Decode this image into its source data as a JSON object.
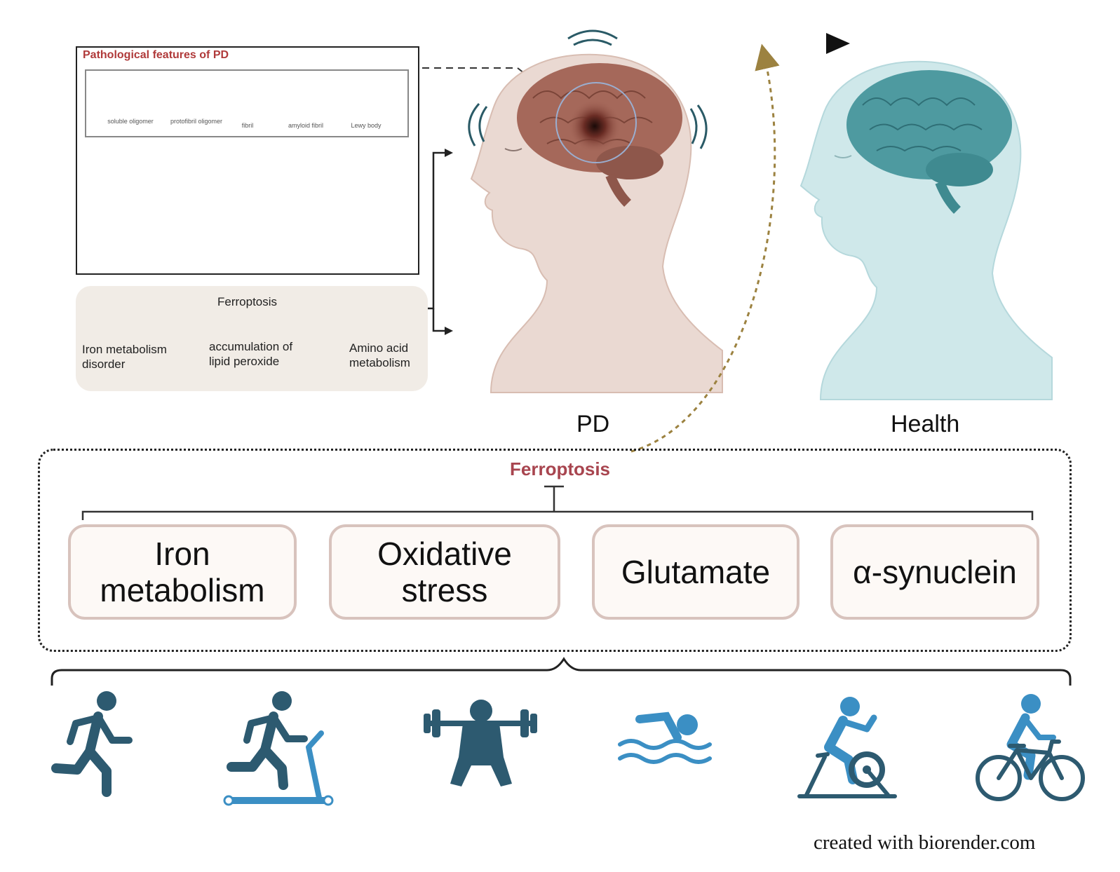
{
  "pathology": {
    "title": "Pathological features of PD",
    "stages": [
      "soluble oligomer",
      "protofibril oligomer",
      "fibril",
      "amyloid fibril",
      "Lewy body"
    ]
  },
  "ferroptosis_panel": {
    "title": "Ferroptosis",
    "items": [
      "Iron metabolism disorder",
      "accumulation of lipid peroxide",
      "Amino acid metabolism"
    ]
  },
  "labels": {
    "pd": "PD",
    "health": "Health"
  },
  "mechanism": {
    "title": "Ferroptosis",
    "factors": [
      "Iron metabolism",
      "Oxidative stress",
      "Glutamate",
      "α-synuclein"
    ]
  },
  "exercises": [
    {
      "icon": "running-icon",
      "color": "#2d5a70"
    },
    {
      "icon": "treadmill-icon",
      "color": "#2d5a70"
    },
    {
      "icon": "weightlifting-icon",
      "color": "#2d5a70"
    },
    {
      "icon": "swimming-icon",
      "color": "#3b8fc4"
    },
    {
      "icon": "stationary-bike-icon",
      "color": "#3b8fc4"
    },
    {
      "icon": "cycling-icon",
      "color": "#3b8fc4"
    }
  ],
  "credit": "created with biorender.com",
  "colors": {
    "pd_head": "#ead9d2",
    "health_head": "#cfe8ea",
    "brain_pd": "#a5685a",
    "brain_health": "#4e9aa0",
    "ferroptosis_text": "#a8454f",
    "arrow_gold": "#9c8240"
  }
}
